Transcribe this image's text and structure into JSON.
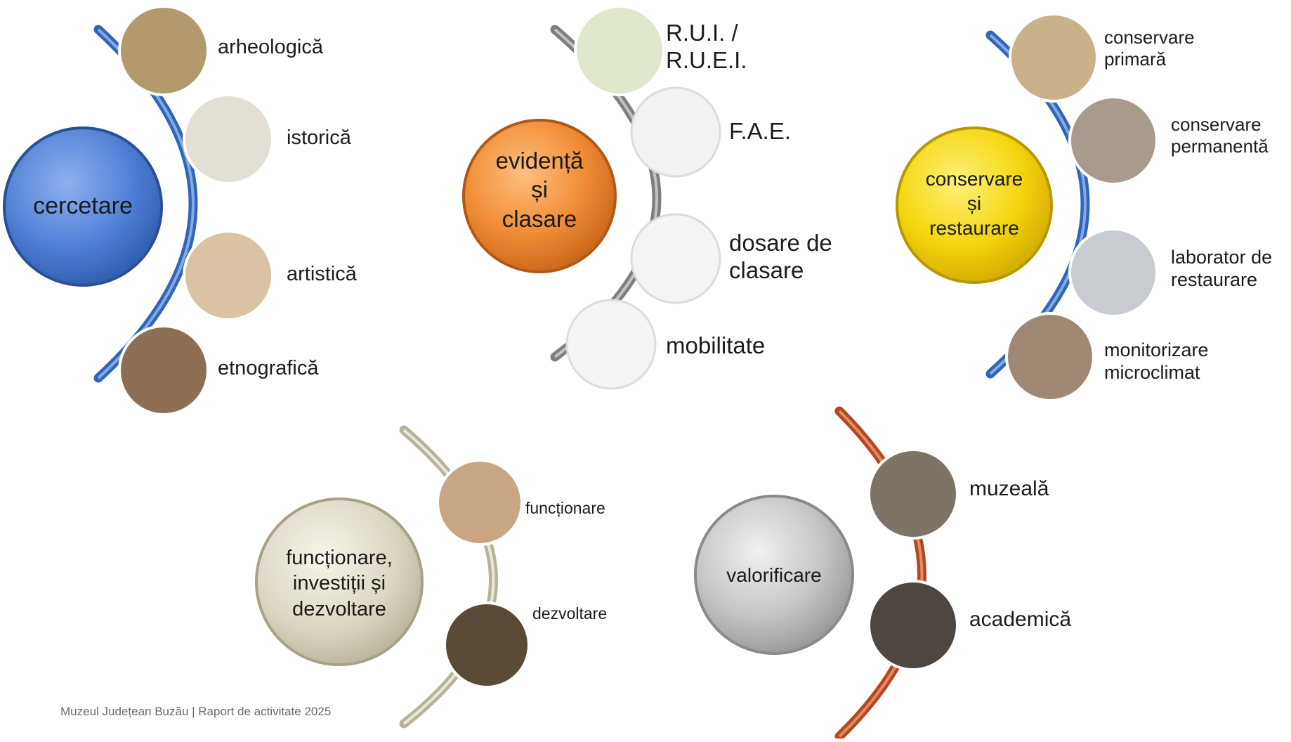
{
  "colors": {
    "cercetare": "#4f7fd6",
    "evidenta": "#ef8a33",
    "conservare": "#f4d40c",
    "functionare": "#ddd8c5",
    "valorificare": "#c4c4c4",
    "arc_blue": "#2f66b7",
    "arc_gray": "#7e7e7e",
    "arc_beige": "#b7b29a",
    "arc_red": "#b5461d"
  },
  "groups": {
    "cercetare": {
      "hub": "cercetare",
      "items": [
        "arheologică",
        "istorică",
        "artistică",
        "etnografică"
      ]
    },
    "evidenta": {
      "hub": "evidență\nși\nclasare",
      "items": [
        "R.U.I. /\nR.U.E.I.",
        "F.A.E.",
        "dosare de\nclasare",
        "mobilitate"
      ]
    },
    "conservare": {
      "hub": "conservare\nși\nrestaurare",
      "items": [
        "conservare\nprimară",
        "conservare\npermanentă",
        "laborator de\nrestaurare",
        "monitorizare\nmicroclimat"
      ]
    },
    "functionare": {
      "hub": "funcționare,\ninvestiții și\ndezvoltare",
      "items": [
        "funcționare",
        "dezvoltare"
      ]
    },
    "valorificare": {
      "hub": "valorificare",
      "items": [
        "muzeală",
        "academică"
      ]
    }
  },
  "footer": "Muzeul Județean Buzău | Raport de activitate 2025"
}
